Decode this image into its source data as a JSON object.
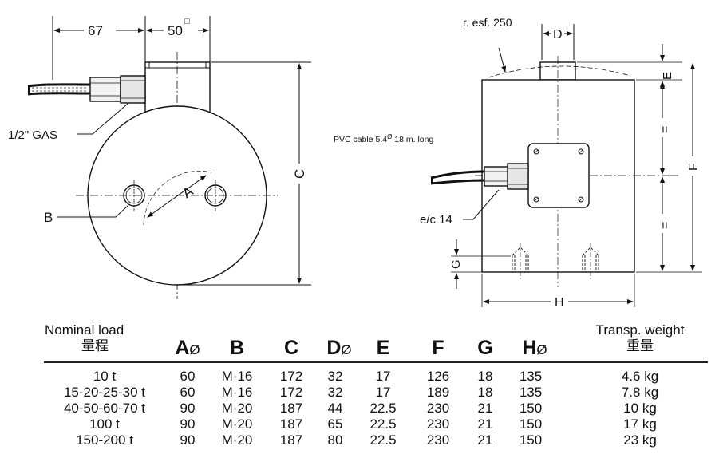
{
  "drawing": {
    "top_view": {
      "dim_67": "67",
      "dim_50": "50",
      "square_mark": "□",
      "gas_label": "1/2\" GAS",
      "label_b": "B",
      "label_a": "A",
      "label_c": "C"
    },
    "side_view": {
      "radius_label": "r. esf. 250",
      "label_d": "D",
      "label_e": "E",
      "label_f": "F",
      "label_eq1": "=",
      "label_eq2": "=",
      "cable_label": "PVC cable 5.4",
      "cable_sup": "Ø",
      "cable_label2": " 18 m. long",
      "ec_label": "e/c 14",
      "label_g": "G",
      "label_h": "H"
    }
  },
  "table": {
    "header": {
      "nominal_en": "Nominal load",
      "nominal_cn": "量程",
      "col_a": "A",
      "col_a_sub": "Ø",
      "col_b": "B",
      "col_c": "C",
      "col_d": "D",
      "col_d_sub": "Ø",
      "col_e": "E",
      "col_f": "F",
      "col_g": "G",
      "col_h": "H",
      "col_h_sub": "Ø",
      "weight_en": "Transp. weight",
      "weight_cn": "重量"
    },
    "rows": [
      {
        "load": "10 t",
        "a": "60",
        "b": "M·16",
        "c": "172",
        "d": "32",
        "e": "17",
        "f": "126",
        "g": "18",
        "h": "135",
        "w": "4.6 kg"
      },
      {
        "load": "15-20-25-30 t",
        "a": "60",
        "b": "M·16",
        "c": "172",
        "d": "32",
        "e": "17",
        "f": "189",
        "g": "18",
        "h": "135",
        "w": "7.8 kg"
      },
      {
        "load": "40-50-60-70 t",
        "a": "90",
        "b": "M·20",
        "c": "187",
        "d": "44",
        "e": "22.5",
        "f": "230",
        "g": "21",
        "h": "150",
        "w": "10 kg"
      },
      {
        "load": "100 t",
        "a": "90",
        "b": "M·20",
        "c": "187",
        "d": "65",
        "e": "22.5",
        "f": "230",
        "g": "21",
        "h": "150",
        "w": "17 kg"
      },
      {
        "load": "150-200 t",
        "a": "90",
        "b": "M·20",
        "c": "187",
        "d": "80",
        "e": "22.5",
        "f": "230",
        "g": "21",
        "h": "150",
        "w": "23 kg"
      }
    ]
  }
}
